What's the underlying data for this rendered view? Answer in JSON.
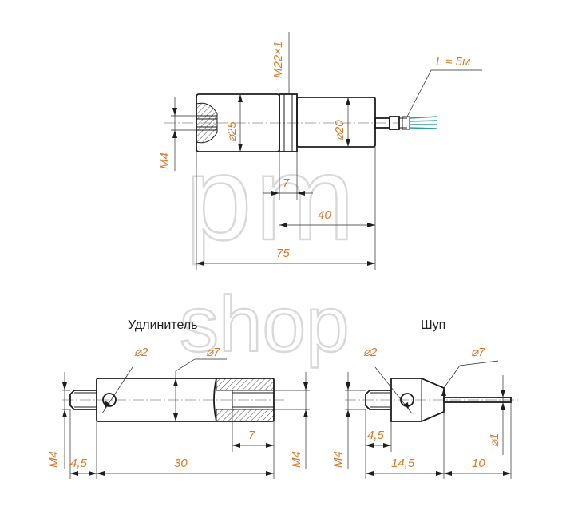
{
  "watermark": {
    "top": "pm",
    "bottom": "shop"
  },
  "titles": {
    "extension": "Удлинитель",
    "probe": "Шуп"
  },
  "sensor": {
    "thread": "M22×1",
    "cable_length": "L ≈ 5м",
    "diameter_body": "⌀25",
    "diameter_sleeve": "⌀20",
    "thread_hole": "M4",
    "dim_7": "7",
    "dim_40": "40",
    "dim_75": "75"
  },
  "extension": {
    "hole_diameter": "⌀2",
    "body_diameter": "⌀7",
    "thread_left": "M4",
    "thread_right": "M4",
    "dim_7": "7",
    "dim_4_5": "4,5",
    "dim_30": "30"
  },
  "probe": {
    "hole_diameter": "⌀2",
    "body_diameter": "⌀7",
    "tip_diameter": "⌀1",
    "thread": "M4",
    "dim_4_5": "4,5",
    "dim_14_5": "14,5",
    "dim_10": "10"
  },
  "colors": {
    "dimension_text": "#d87a2a",
    "cable": "#2a9d9f",
    "watermark": "#d9d9d9"
  }
}
